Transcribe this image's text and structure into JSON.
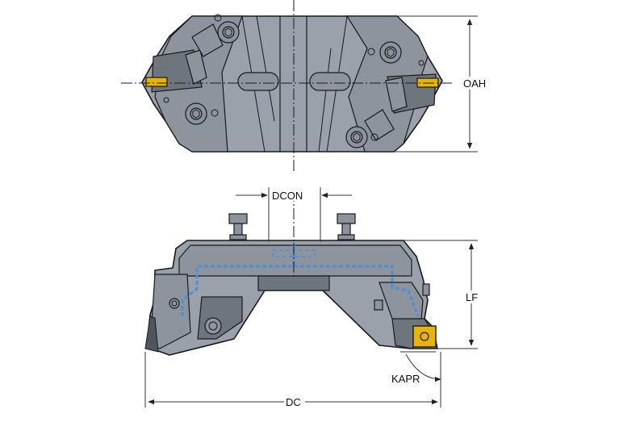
{
  "dimensions": {
    "oah": "OAH",
    "dcon": "DCON",
    "lf": "LF",
    "kapr": "KAPR",
    "dc": "DC"
  },
  "colors": {
    "body": "#9aa1aa",
    "insert": "#e8b400",
    "coolant": "#4a90d9",
    "outline": "#1a1a1a"
  }
}
